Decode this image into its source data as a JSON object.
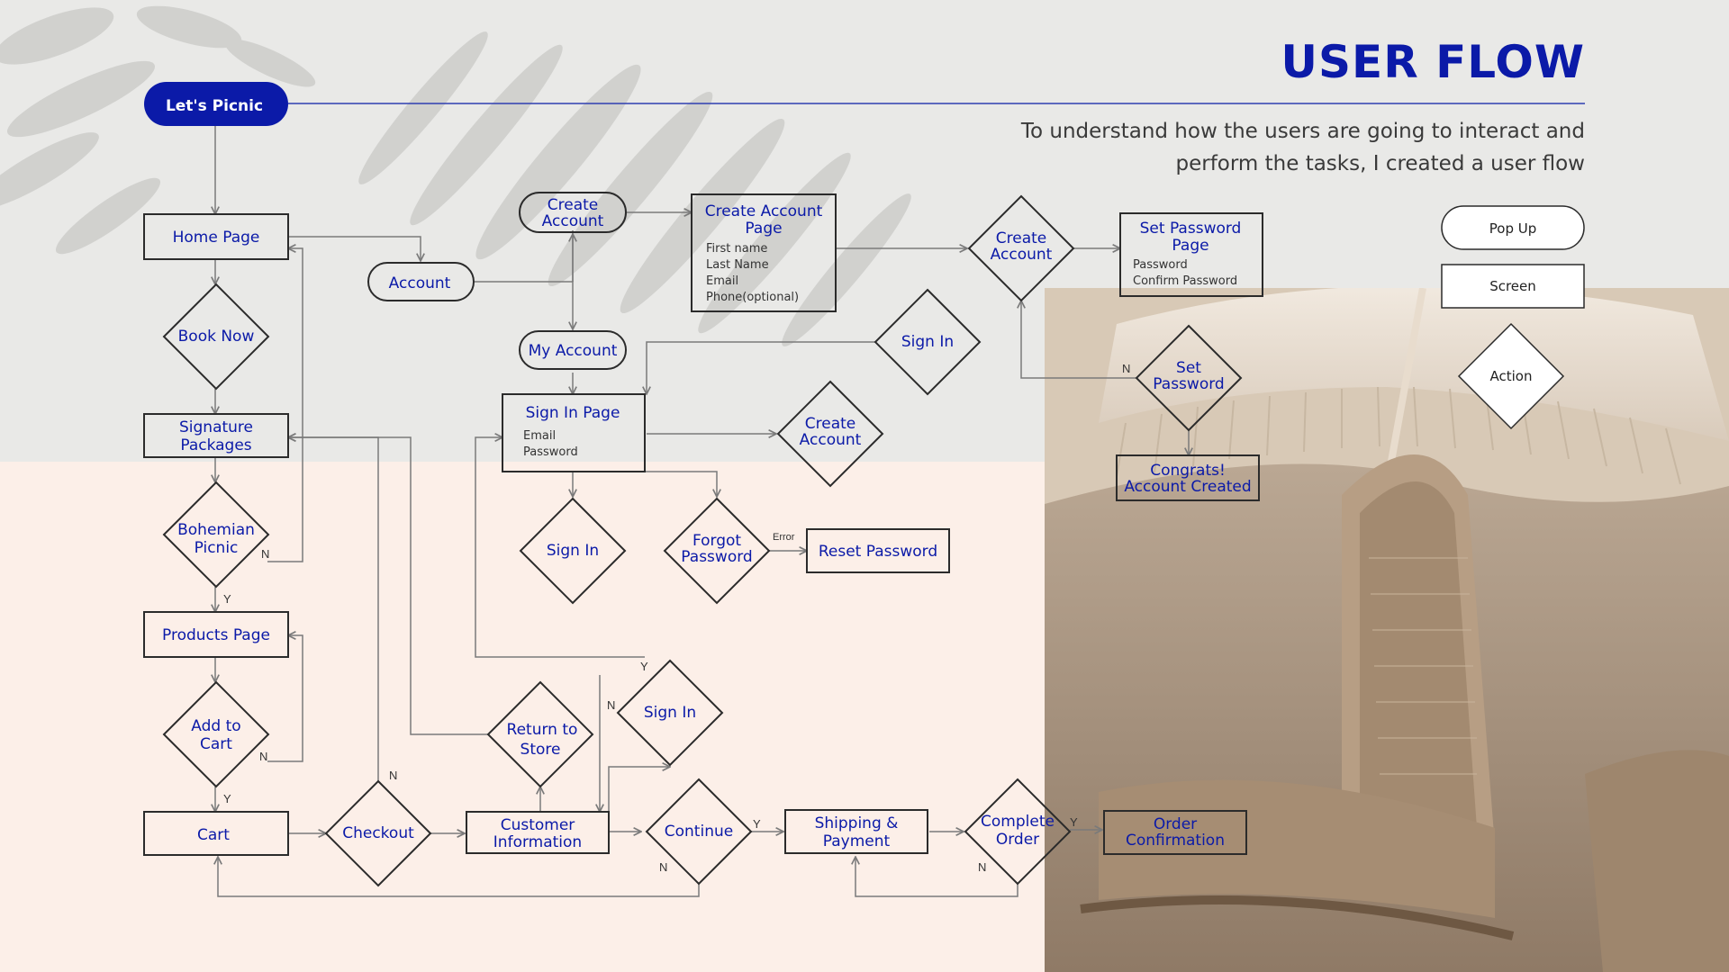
{
  "header": {
    "title": "USER FLOW",
    "subtitle": "To understand how the users are going to interact and perform the tasks, I created a user flow",
    "start_label": "Let's Picnic"
  },
  "legend": {
    "popup": "Pop Up",
    "screen": "Screen",
    "action": "Action"
  },
  "nodes": {
    "home_page": "Home Page",
    "book_now": "Book Now",
    "signature_packages": [
      "Signature",
      "Packages"
    ],
    "bohemian_picnic": [
      "Bohemian",
      "Picnic"
    ],
    "products_page": "Products Page",
    "add_to_cart": [
      "Add to",
      "Cart"
    ],
    "cart": "Cart",
    "checkout": "Checkout",
    "account": "Account",
    "create_account_popup": [
      "Create",
      "Account"
    ],
    "my_account": "My Account",
    "create_account_page": {
      "title": [
        "Create Account",
        "Page"
      ],
      "fields": [
        "First name",
        "Last Name",
        "Email",
        "Phone(optional)"
      ]
    },
    "create_account_action_top": [
      "Create",
      "Account"
    ],
    "set_password_page": {
      "title": [
        "Set Password",
        "Page"
      ],
      "fields": [
        "Password",
        "Confirm Password"
      ]
    },
    "set_password_action": [
      "Set",
      "Password"
    ],
    "congrats": [
      "Congrats!",
      "Account Created"
    ],
    "sign_in_page": {
      "title": "Sign In Page",
      "fields": [
        "Email",
        "Password"
      ]
    },
    "sign_in_top": "Sign In",
    "create_account_action_mid": [
      "Create",
      "Account"
    ],
    "sign_in_mid": "Sign In",
    "forgot_password": [
      "Forgot",
      "Password"
    ],
    "reset_password": "Reset Password",
    "return_to_store": [
      "Return to",
      "Store"
    ],
    "sign_in_bottom": "Sign In",
    "customer_information": [
      "Customer",
      "Information"
    ],
    "continue": "Continue",
    "shipping_payment": [
      "Shipping &",
      "Payment"
    ],
    "complete_order": [
      "Complete",
      "Order"
    ],
    "order_confirmation": [
      "Order",
      "Confirmation"
    ]
  },
  "edge_labels": {
    "yes": "Y",
    "no": "N",
    "error": "Error"
  },
  "colors": {
    "accent": "#0b1aa8",
    "line": "#7a7a7a",
    "box_border": "#2b2b2b",
    "top_bg": "#e9e9e7",
    "bottom_bg": "#fcefe8"
  }
}
